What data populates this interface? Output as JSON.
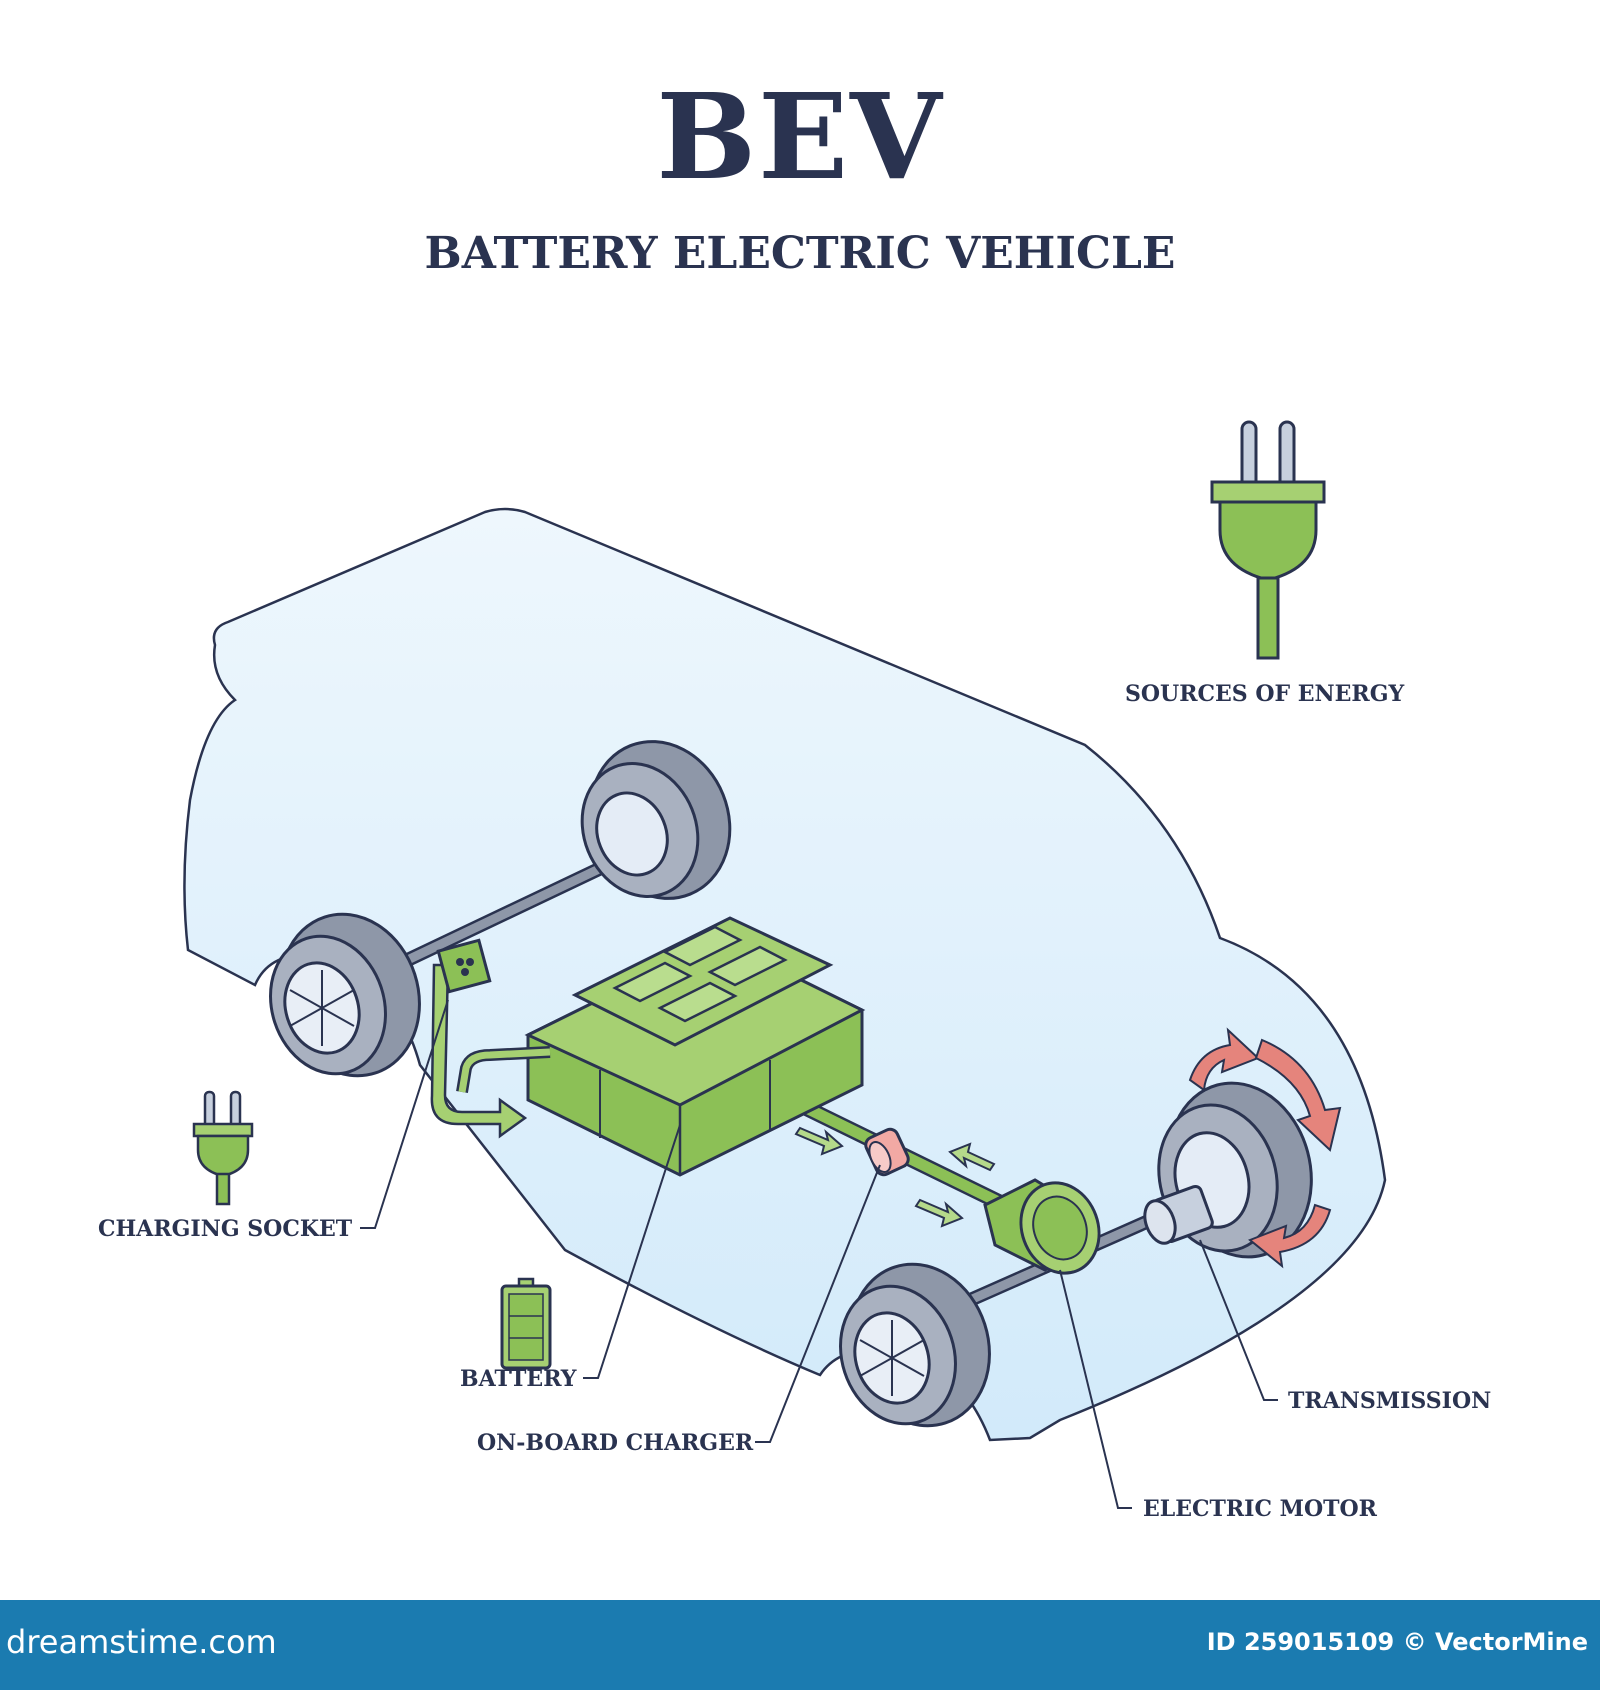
{
  "header": {
    "title": "BEV",
    "subtitle": "BATTERY ELECTRIC VEHICLE"
  },
  "labels": {
    "sources_of_energy": "SOURCES OF ENERGY",
    "charging_socket": "CHARGING SOCKET",
    "battery": "BATTERY",
    "on_board_charger": "ON-BOARD CHARGER",
    "transmission": "TRANSMISSION",
    "electric_motor": "ELECTRIC MOTOR"
  },
  "footer": {
    "site": "dreamstime.com",
    "credit": "ID 259015109 © VectorMine"
  },
  "colors": {
    "text": "#2a3350",
    "green": "#8cc056",
    "green_dark": "#6ea23e",
    "body_fill": "#dceffb",
    "tire": "#8e97a8",
    "arrow_red": "#e5847c",
    "footer": "#1b7bb0"
  }
}
